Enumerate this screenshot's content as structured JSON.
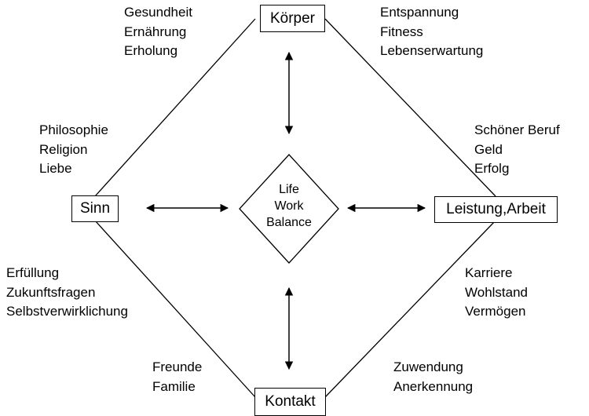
{
  "nodes": {
    "top": "Körper",
    "left": "Sinn",
    "right": "Leistung,Arbeit",
    "bottom": "Kontakt"
  },
  "center": [
    "Life",
    "Work",
    "Balance"
  ],
  "annotations": {
    "top_left": [
      "Gesundheit",
      "Ernährung",
      "Erholung"
    ],
    "top_right": [
      "Entspannung",
      "Fitness",
      "Lebenserwartung"
    ],
    "left_upper": [
      "Philosophie",
      "Religion",
      "Liebe"
    ],
    "right_upper": [
      "Schöner Beruf",
      "Geld",
      "Erfolg"
    ],
    "left_lower": [
      "Erfüllung",
      "Zukunftsfragen",
      "Selbstverwirklichung"
    ],
    "right_lower": [
      "Karriere",
      "Wohlstand",
      "Vermögen"
    ],
    "bottom_left": [
      "Freunde",
      "Familie"
    ],
    "bottom_right": [
      "Zuwendung",
      "Anerkennung"
    ]
  }
}
